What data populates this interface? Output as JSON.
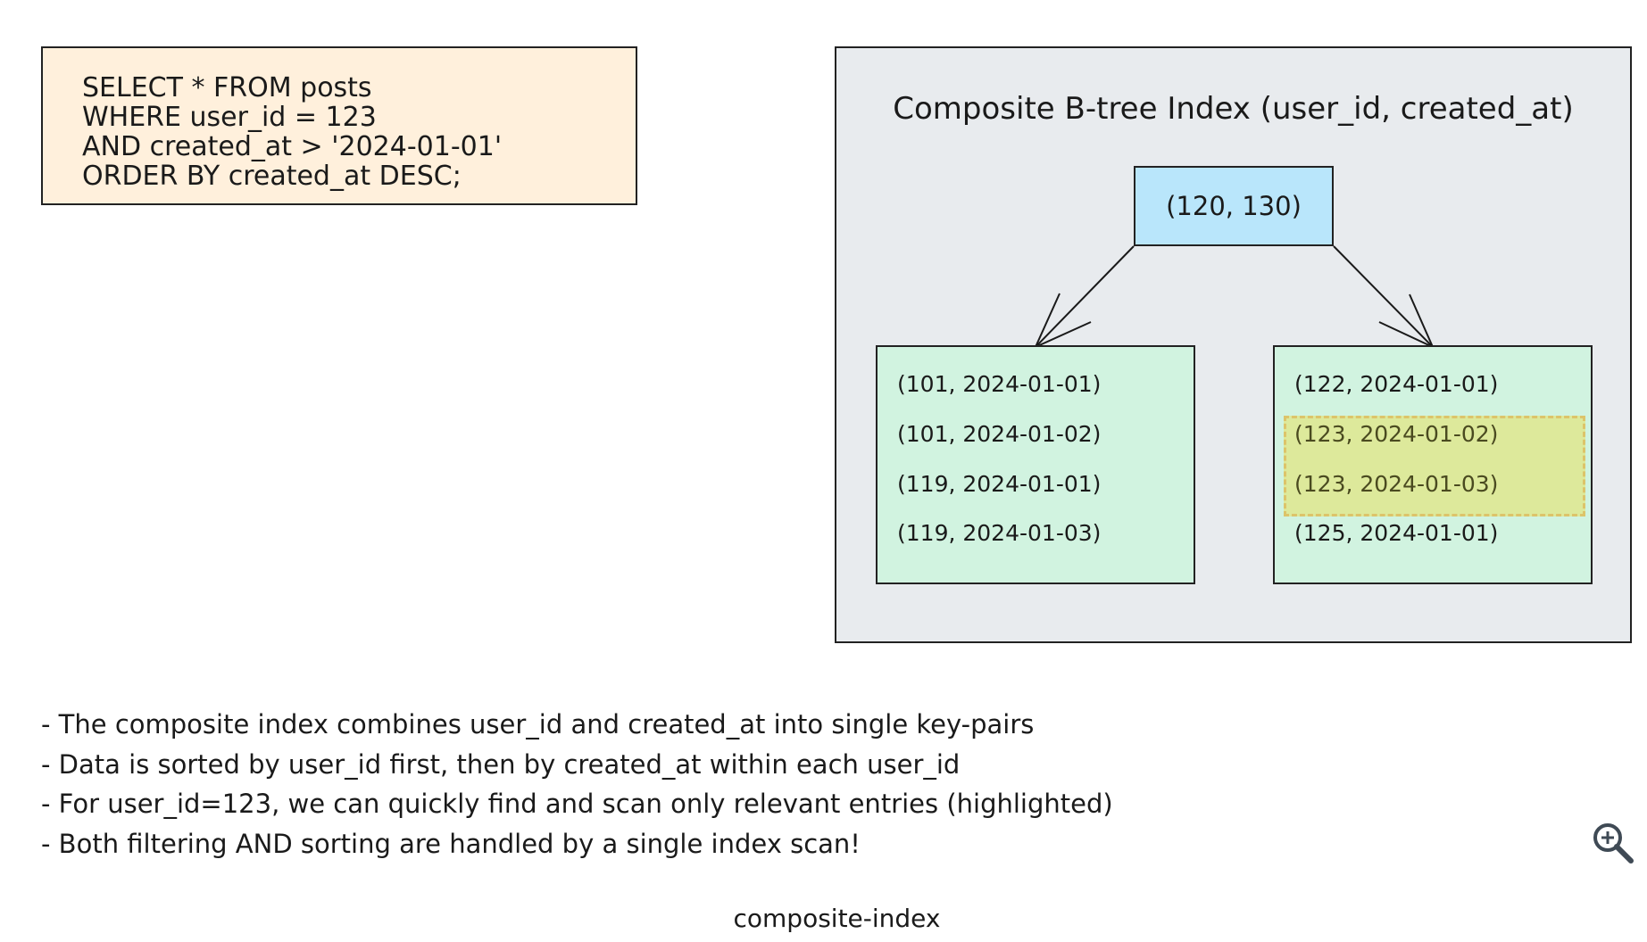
{
  "query": {
    "lines": [
      "SELECT * FROM posts",
      "WHERE user_id = 123",
      "AND created_at > '2024-01-01'",
      "ORDER BY created_at DESC;"
    ]
  },
  "index": {
    "title": "Composite B-tree Index (user_id, created_at)",
    "root": "(120, 130)",
    "left_leaf": [
      "(101, 2024-01-01)",
      "(101, 2024-01-02)",
      "(119, 2024-01-01)",
      "(119, 2024-01-03)"
    ],
    "right_leaf": [
      "(122, 2024-01-01)",
      "(123, 2024-01-02)",
      "(123, 2024-01-03)",
      "(125, 2024-01-01)"
    ]
  },
  "notes": [
    "- The composite index combines user_id and created_at into single key-pairs",
    "- Data is sorted by user_id first, then by created_at within each user_id",
    "- For user_id=123, we can quickly find and scan only relevant entries (highlighted)",
    "- Both filtering AND sorting are handled by a single index scan!"
  ],
  "caption": "composite-index",
  "icons": {
    "zoom": "zoom-in-icon"
  },
  "colors": {
    "query_bg": "#fff0dc",
    "panel_bg": "#e8ebee",
    "root_bg": "#b9e6fb",
    "leaf_bg": "#d1f3e0",
    "highlight_bg": "#dde99b",
    "highlight_border": "#dcc46a"
  }
}
